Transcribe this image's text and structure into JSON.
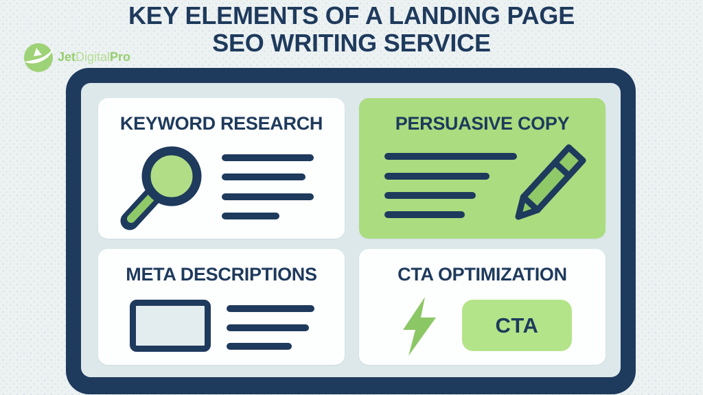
{
  "header": {
    "title_line1": "KEY ELEMENTS OF A LANDING PAGE",
    "title_line2": "SEO WRITING SERVICE"
  },
  "logo": {
    "part_jet": "Jet",
    "part_digital": "Digital",
    "part_pro": "Pro"
  },
  "board": {
    "cards": [
      {
        "title": "KEYWORD RESEARCH",
        "icon": "magnifier-icon"
      },
      {
        "title": "PERSUASIVE COPY",
        "icon": "pencil-icon"
      },
      {
        "title": "META DESCRIPTIONS",
        "icon": "snippet-frame-icon"
      },
      {
        "title": "CTA OPTIMIZATION",
        "icon": "lightning-bolt-icon",
        "cta_label": "CTA"
      }
    ]
  },
  "colors": {
    "navy": "#1e3a5c",
    "background": "#ecf1f2",
    "frame_inner": "#dde8eb",
    "green_card": "#abdc7f",
    "green_icon_fill": "#b0dd85",
    "green_pencil": "#8fc968",
    "green_bolt": "#8cc766",
    "green_cta_button": "#b4e489",
    "logo_green_bold": "#96ce6d",
    "logo_green_light": "#b6de95",
    "meta_rect_fill": "#e3ecef",
    "card_white": "#fdfefe"
  }
}
